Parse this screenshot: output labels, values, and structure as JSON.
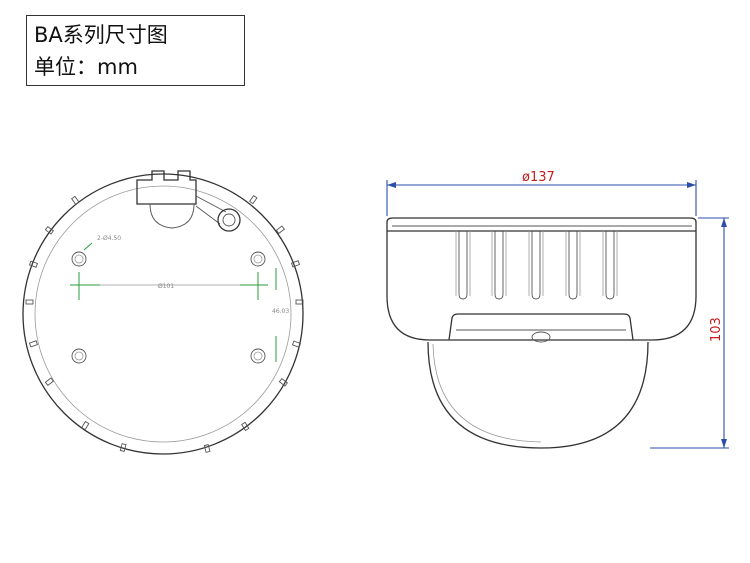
{
  "title": {
    "series_line": "BA系列尺寸图",
    "unit_line": "单位：mm"
  },
  "front_view": {
    "labels": {
      "hole_dia": "2-Ø4.50",
      "h_spacing": "Ø101",
      "v_spacing": "46.03"
    }
  },
  "side_view": {
    "labels": {
      "diameter": "ø137",
      "height": "103"
    }
  },
  "colors": {
    "dimension_text": "#c81e1e",
    "dimension_line": "#2b4fa8",
    "center_mark": "#2a9d3a",
    "outline": "#333333"
  }
}
